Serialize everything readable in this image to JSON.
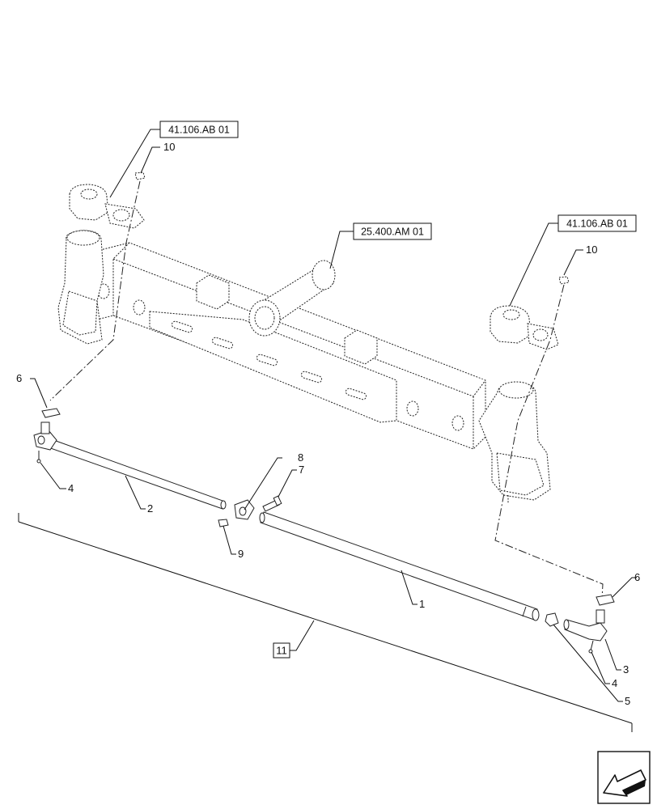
{
  "callouts": {
    "tie_rod_long": "1",
    "tie_rod_short": "2",
    "tie_rod_end": "3",
    "grease_fitting_left": "4",
    "grease_fitting_right": "4",
    "nut": "5",
    "seal_left": "6",
    "seal_right": "6",
    "bolt": "7",
    "clamp": "8",
    "clamp_nut": "9",
    "nut_top_left": "10",
    "nut_top_right": "10",
    "assembly": "11"
  },
  "references": {
    "knuckle_left": "41.106.AB 01",
    "knuckle_right": "41.106.AB 01",
    "axle": "25.400.AM 01"
  },
  "navigation": {
    "icon": "page-arrow-icon"
  }
}
